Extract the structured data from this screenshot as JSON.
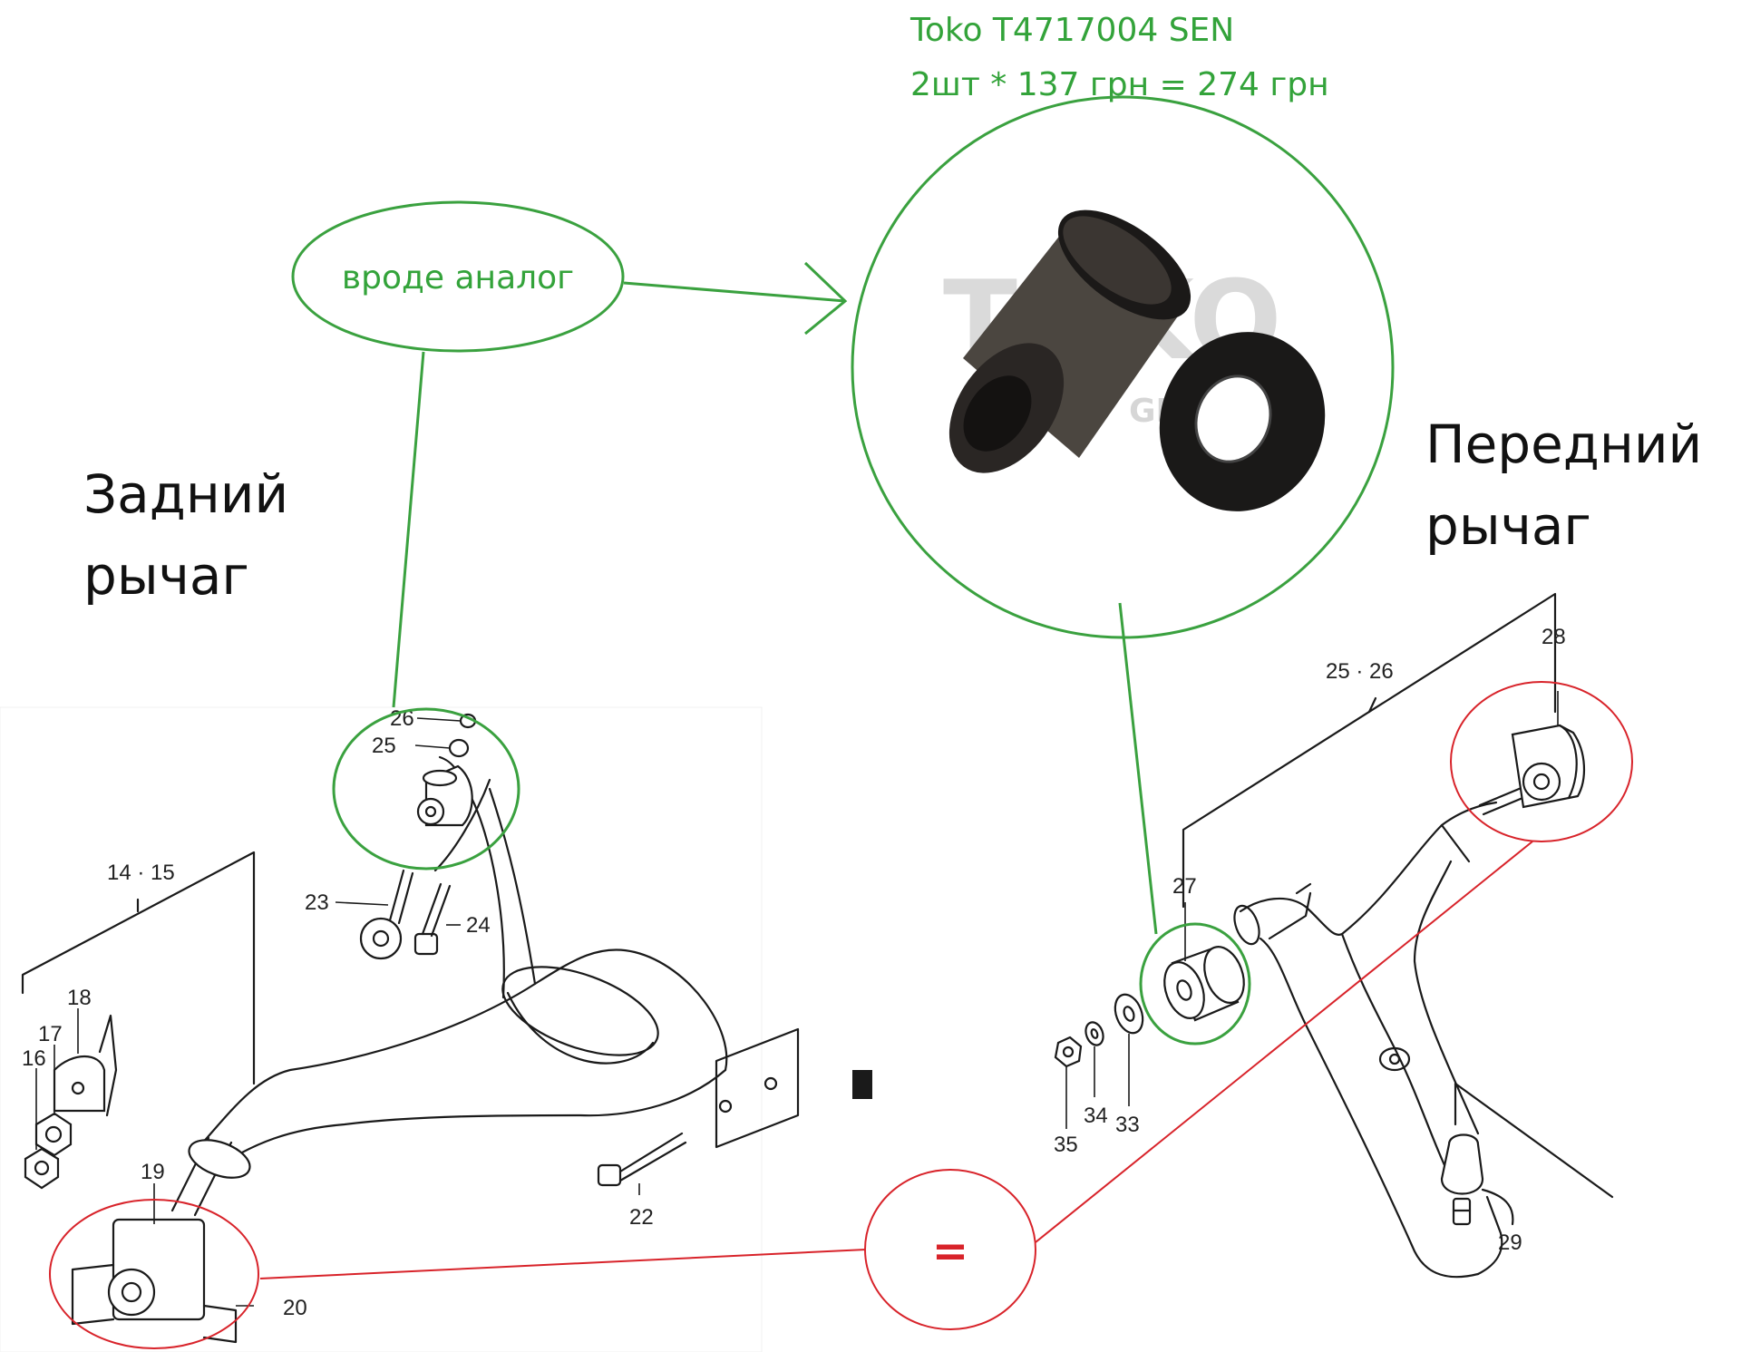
{
  "product": {
    "line1": "Toko T4717004 SEN",
    "line2": "2шт * 137 грн = 274 грн",
    "photo_logo": "TOKO",
    "photo_logo_sub": "GROUP"
  },
  "callout": {
    "text": "вроде аналог"
  },
  "labels": {
    "rear_line1": "Задний",
    "rear_line2": "рычаг",
    "front_line1": "Передний",
    "front_line2": "рычаг"
  },
  "equal_sign": "=",
  "rear_parts": {
    "p26": "26",
    "p25": "25",
    "p23": "23",
    "p24": "24",
    "p14_15": "14 · 15",
    "p18": "18",
    "p17": "17",
    "p16": "16",
    "p19": "19",
    "p20": "20",
    "p22": "22"
  },
  "front_parts": {
    "p28": "28",
    "p25_26": "25 · 26",
    "p27": "27",
    "p33": "33",
    "p34": "34",
    "p35": "35",
    "p29": "29"
  },
  "colors": {
    "green": "#3aa13f",
    "red": "#d8232a",
    "ink": "#1a1a1a"
  }
}
